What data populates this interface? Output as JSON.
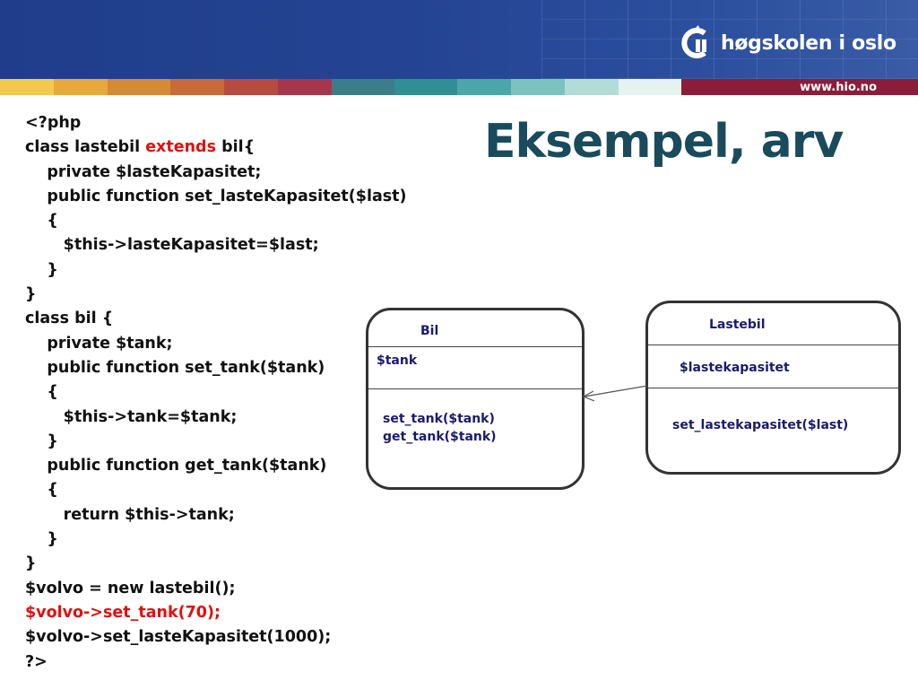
{
  "header": {
    "logo_text": "høgskolen i oslo",
    "url": "www.hio.no"
  },
  "slide": {
    "title": "Eksempel, arv"
  },
  "code": {
    "l1": "<?php",
    "l2_a": "class lastebil ",
    "l2_b": "extends",
    "l2_c": " bil{",
    "l3": "    private $lasteKapasitet;",
    "l4": "    public function set_lasteKapasitet($last)",
    "l5": "    {",
    "l6": "       $this->lasteKapasitet=$last;",
    "l7": "    }",
    "l8": "}",
    "l9": "class bil {",
    "l10": "    private $tank;",
    "l11": "    public function set_tank($tank)",
    "l12": "    {",
    "l13": "       $this->tank=$tank;",
    "l14": "    }",
    "l15": "    public function get_tank($tank)",
    "l16": "    {",
    "l17": "       return $this->tank;",
    "l18": "    }",
    "l19": "}",
    "l20": "$volvo = new lastebil();",
    "l21": "$volvo->set_tank(70);",
    "l22": "$volvo->set_lasteKapasitet(1000);",
    "l23": "?>"
  },
  "diagram": {
    "bil": {
      "name": "Bil",
      "attribute": "$tank",
      "method1": "set_tank($tank)",
      "method2": "get_tank($tank)"
    },
    "lastebil": {
      "name": "Lastebil",
      "attribute": "$lastekapasitet",
      "method1": "set_lastekapasitet($last)"
    }
  },
  "colors": {
    "header_blue": "#244493",
    "title_teal": "#1a4b5c",
    "keyword_red": "#e01010",
    "url_bar": "#8c1d3a"
  }
}
